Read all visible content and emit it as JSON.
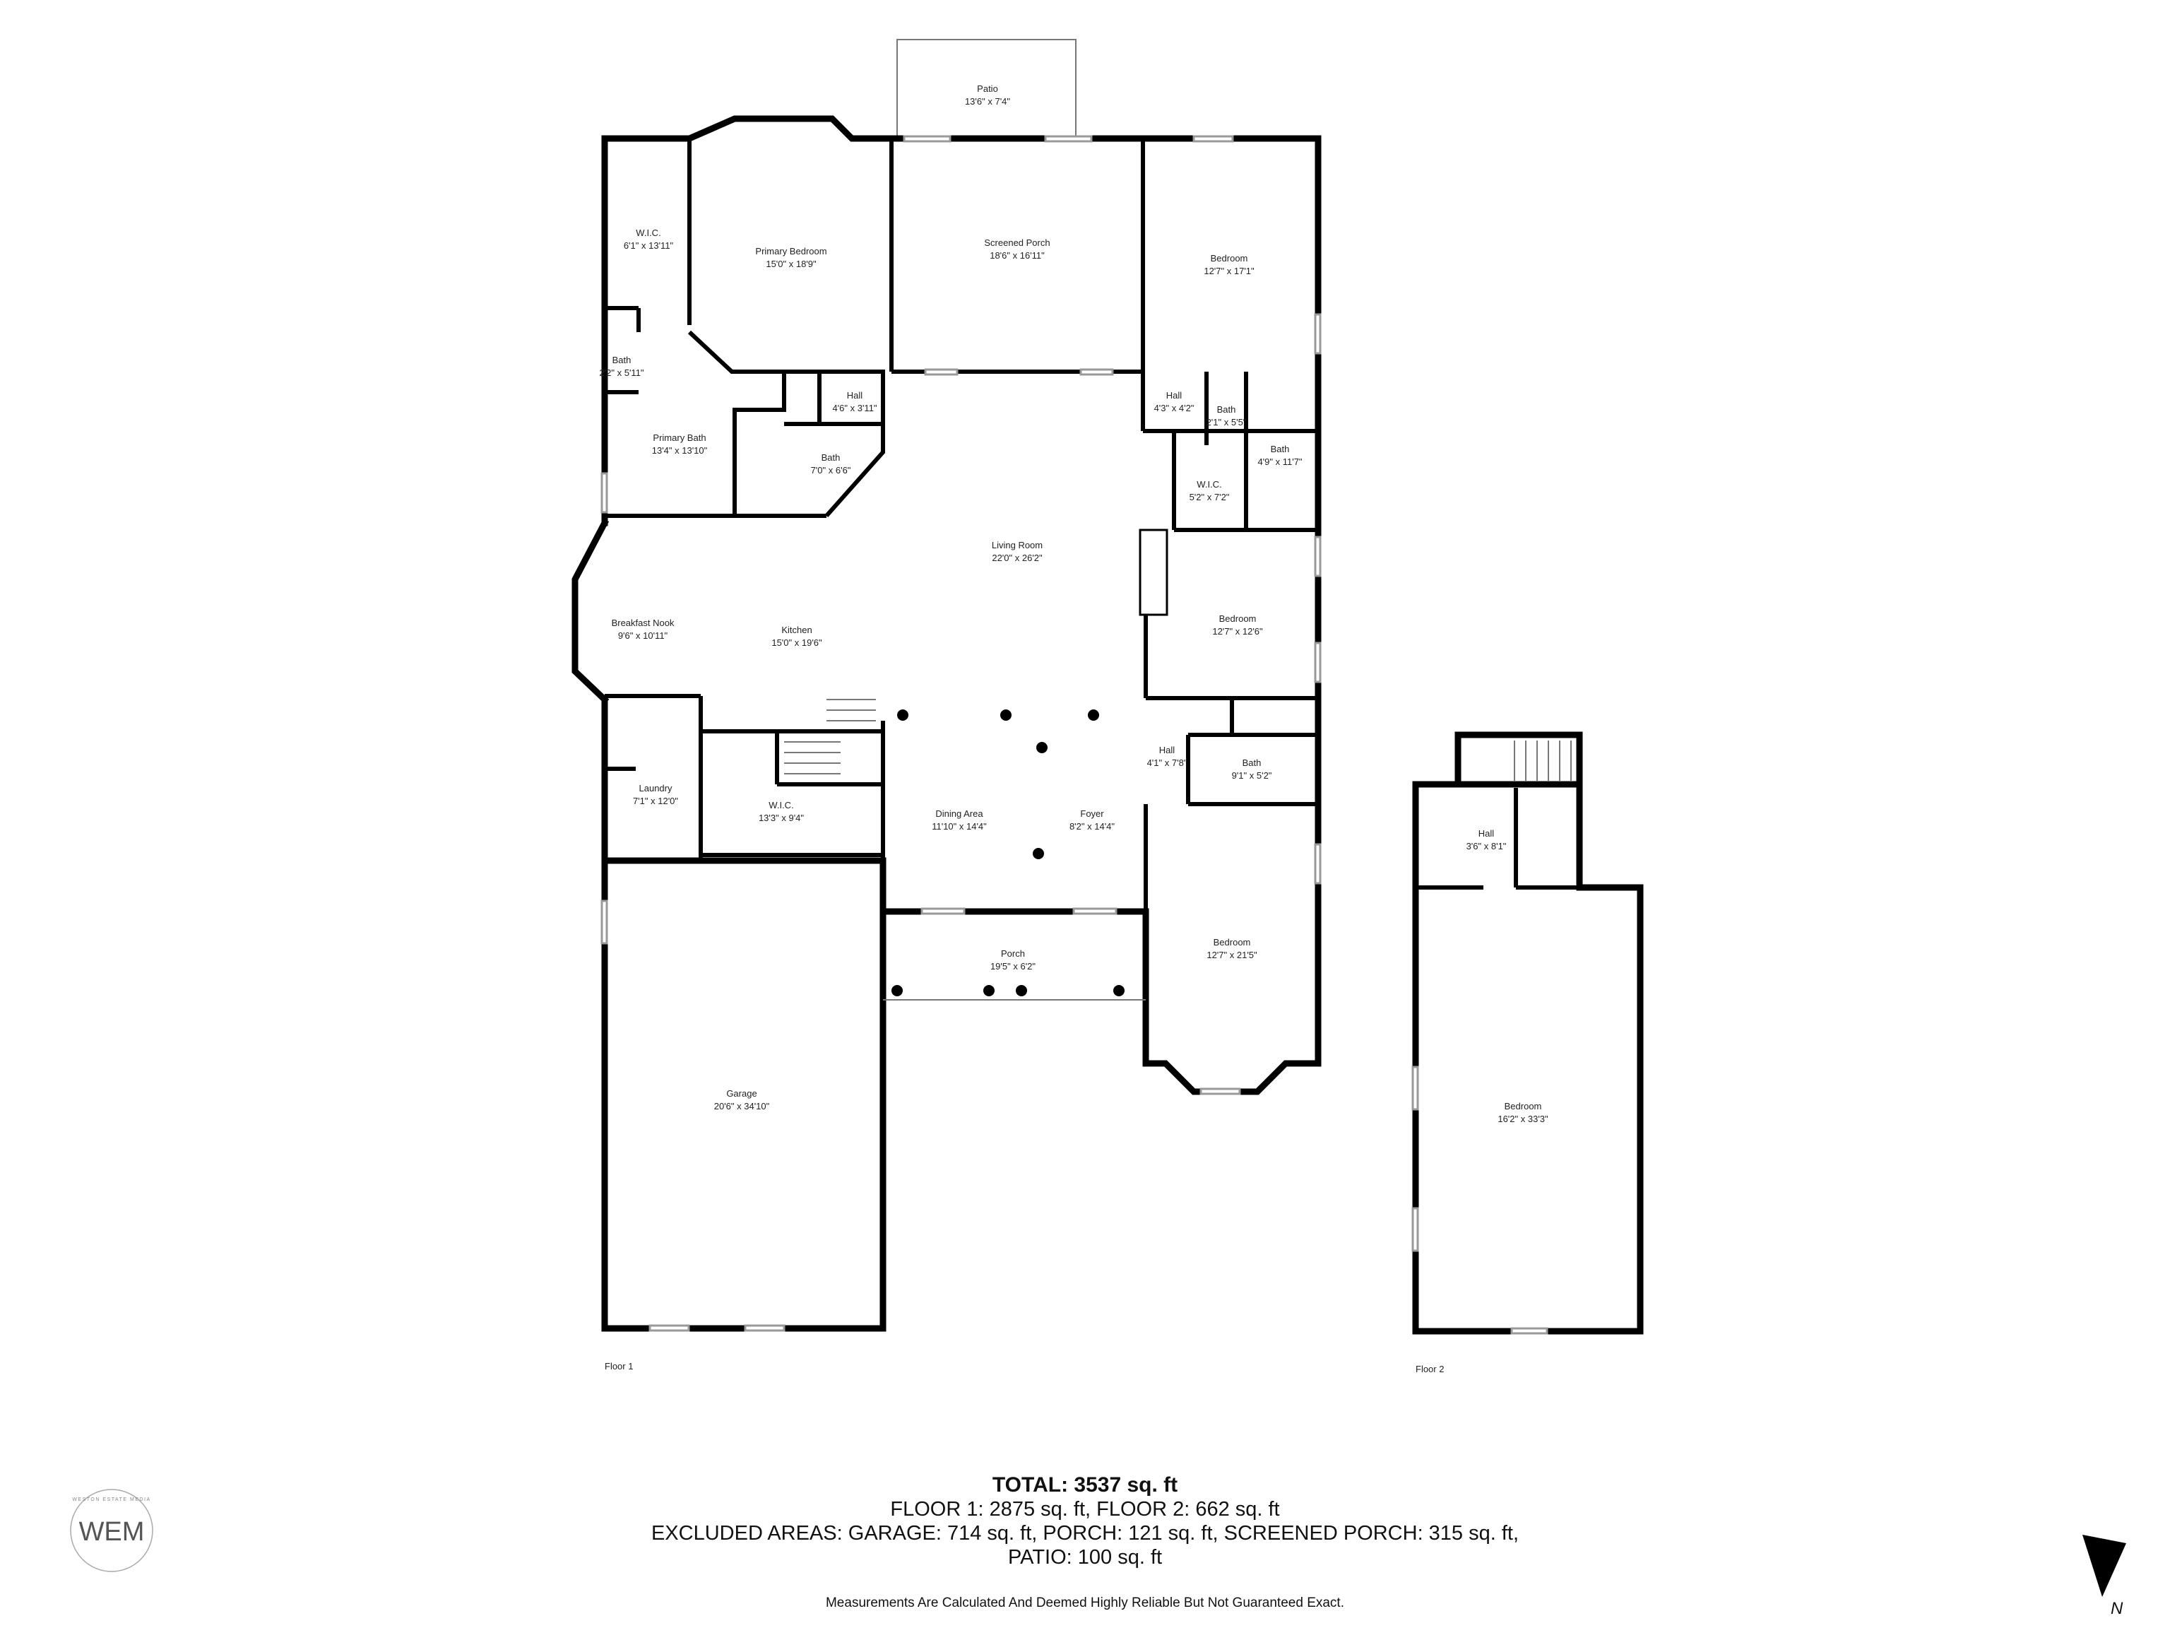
{
  "rooms": [
    {
      "id": "wic-primary",
      "name": "W.I.C.",
      "dim": "6'1\" x 13'11\""
    },
    {
      "id": "primary-bedroom",
      "name": "Primary Bedroom",
      "dim": "15'0\" x 18'9\""
    },
    {
      "id": "patio",
      "name": "Patio",
      "dim": "13'6\" x 7'4\""
    },
    {
      "id": "screened-porch",
      "name": "Screened Porch",
      "dim": "18'6\" x 16'11\""
    },
    {
      "id": "bedroom-ne",
      "name": "Bedroom",
      "dim": "12'7\" x 17'1\""
    },
    {
      "id": "bath-small",
      "name": "Bath",
      "dim": "2'2\" x 5'11\""
    },
    {
      "id": "hall-1",
      "name": "Hall",
      "dim": "4'6\" x 3'11\""
    },
    {
      "id": "hall-2",
      "name": "Hall",
      "dim": "4'3\" x 4'2\""
    },
    {
      "id": "bath-2",
      "name": "Bath",
      "dim": "2'1\" x 5'5\""
    },
    {
      "id": "primary-bath",
      "name": "Primary Bath",
      "dim": "13'4\" x 13'10\""
    },
    {
      "id": "bath-3",
      "name": "Bath",
      "dim": "7'0\" x 6'6\""
    },
    {
      "id": "bath-4",
      "name": "Bath",
      "dim": "4'9\" x 11'7\""
    },
    {
      "id": "wic-2",
      "name": "W.I.C.",
      "dim": "5'2\" x 7'2\""
    },
    {
      "id": "living-room",
      "name": "Living Room",
      "dim": "22'0\" x 26'2\""
    },
    {
      "id": "bedroom-e",
      "name": "Bedroom",
      "dim": "12'7\" x 12'6\""
    },
    {
      "id": "breakfast-nook",
      "name": "Breakfast Nook",
      "dim": "9'6\" x 10'11\""
    },
    {
      "id": "kitchen",
      "name": "Kitchen",
      "dim": "15'0\" x 19'6\""
    },
    {
      "id": "hall-3",
      "name": "Hall",
      "dim": "4'1\" x 7'8\""
    },
    {
      "id": "bath-5",
      "name": "Bath",
      "dim": "9'1\" x 5'2\""
    },
    {
      "id": "laundry",
      "name": "Laundry",
      "dim": "7'1\" x 12'0\""
    },
    {
      "id": "wic-3",
      "name": "W.I.C.",
      "dim": "13'3\" x 9'4\""
    },
    {
      "id": "dining-area",
      "name": "Dining Area",
      "dim": "11'10\" x 14'4\""
    },
    {
      "id": "foyer",
      "name": "Foyer",
      "dim": "8'2\" x 14'4\""
    },
    {
      "id": "porch",
      "name": "Porch",
      "dim": "19'5\" x 6'2\""
    },
    {
      "id": "bedroom-se",
      "name": "Bedroom",
      "dim": "12'7\" x 21'5\""
    },
    {
      "id": "garage",
      "name": "Garage",
      "dim": "20'6\" x 34'10\""
    },
    {
      "id": "hall-upper",
      "name": "Hall",
      "dim": "3'6\" x 8'1\""
    },
    {
      "id": "bedroom-upper",
      "name": "Bedroom",
      "dim": "16'2\" x 33'3\""
    }
  ],
  "floors": {
    "floor1": "Floor 1",
    "floor2": "Floor 2"
  },
  "summary": {
    "total": "TOTAL: 3537 sq. ft",
    "line1": "FLOOR 1: 2875 sq. ft, FLOOR 2: 662 sq. ft",
    "line2": "EXCLUDED AREAS: GARAGE: 714 sq. ft, PORCH: 121 sq. ft, SCREENED PORCH: 315 sq. ft,",
    "line3": "PATIO: 100 sq. ft",
    "disclaimer": "Measurements Are Calculated And Deemed Highly Reliable But Not Guaranteed Exact."
  },
  "logo": {
    "text": "WEM",
    "ring": "WESTON ESTATE MEDIA"
  },
  "compass": {
    "label": "N"
  }
}
